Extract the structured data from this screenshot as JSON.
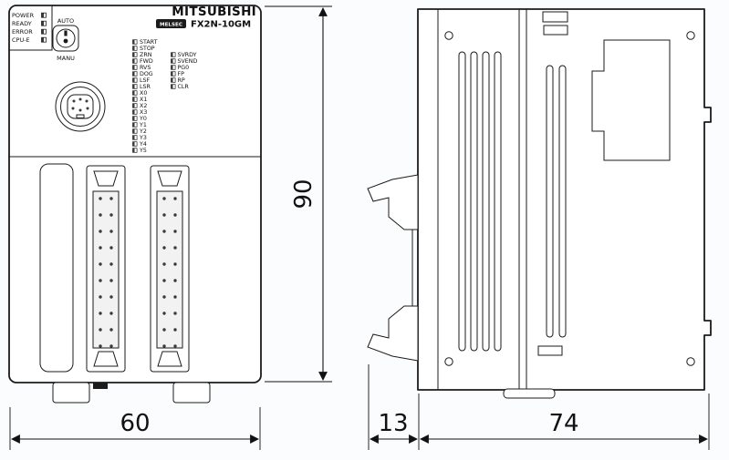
{
  "front_view": {
    "brand": "MITSUBISHI",
    "series": "MELSEC",
    "model": "FX2N-10GM",
    "status_leds": [
      "POWER",
      "READY",
      "ERROR",
      "CPU-E"
    ],
    "mode_switch": {
      "upper": "AUTO",
      "lower": "MANU"
    },
    "io_leds_col1": [
      "START",
      "STOP",
      "ZRN",
      "FWD",
      "RVS",
      "DOG",
      "LSF",
      "LSR",
      "X0",
      "X1",
      "X2",
      "X3",
      "Y0",
      "Y1",
      "Y2",
      "Y3",
      "Y4",
      "Y5"
    ],
    "io_leds_col2": [
      "SVRDY",
      "SVEND",
      "PG0",
      "FP",
      "RP",
      "CLR"
    ]
  },
  "dimensions": {
    "front_height_mm": "90",
    "front_width_mm": "60",
    "side_clip_depth_mm": "13",
    "side_body_depth_mm": "74"
  },
  "colors": {
    "line": "#1b1b1b",
    "background": "#fbfcfd"
  }
}
